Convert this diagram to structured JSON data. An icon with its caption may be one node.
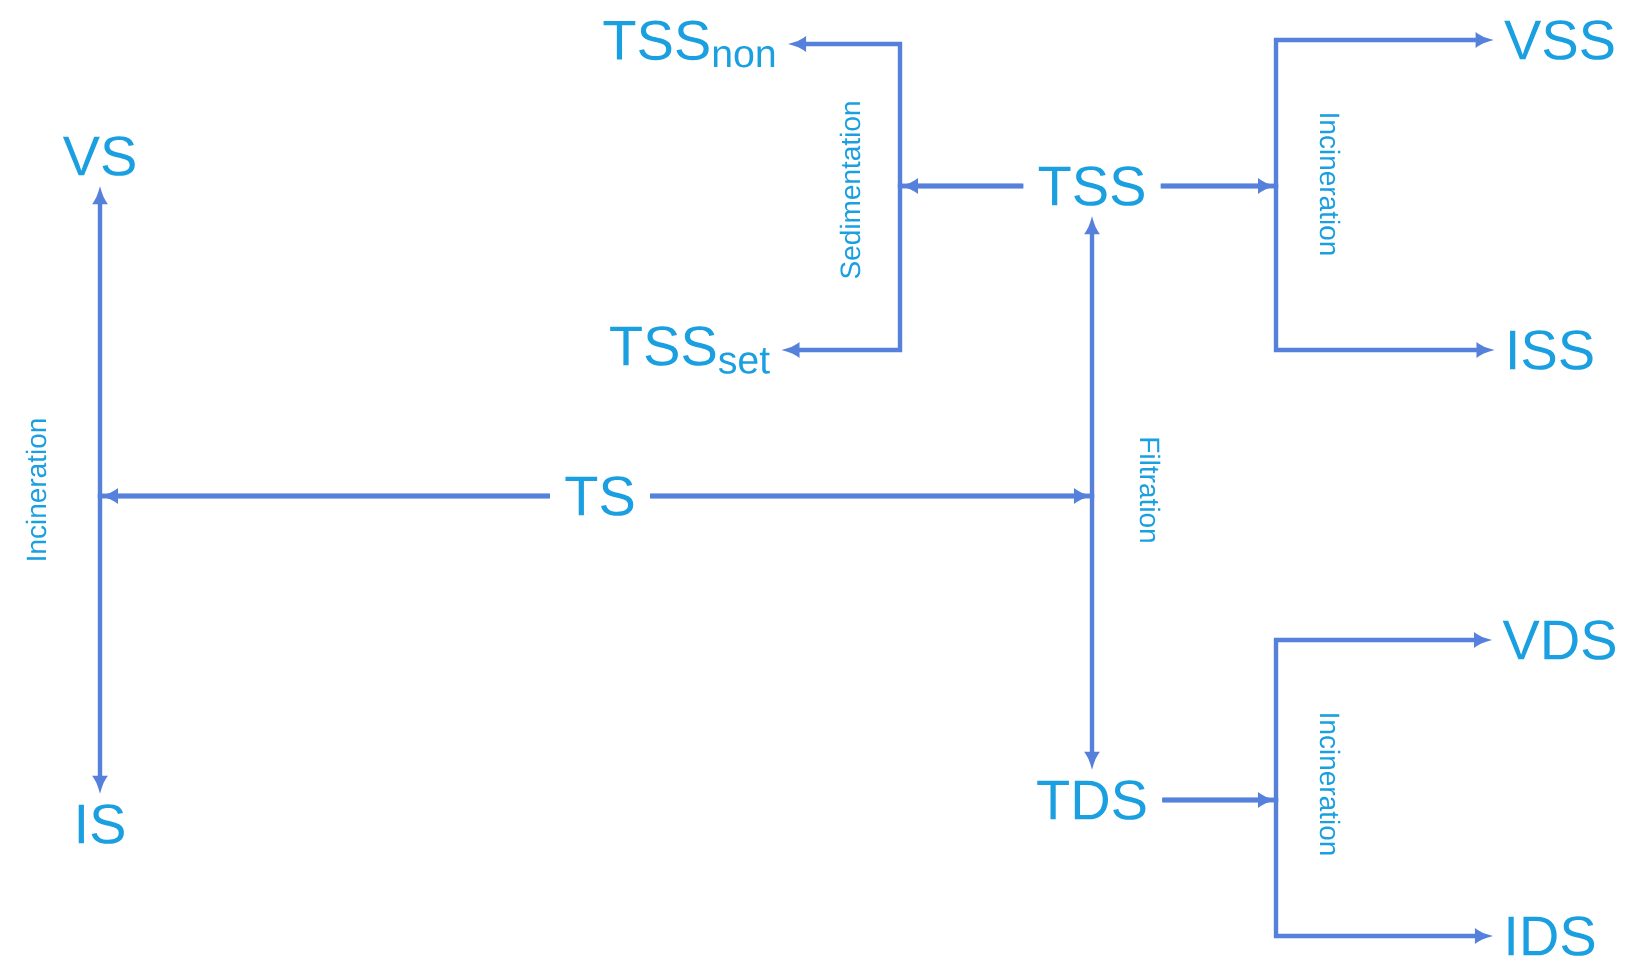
{
  "diagram": {
    "nodes": [
      {
        "text": [
          "TS"
        ]
      },
      {
        "text": [
          "VS"
        ]
      },
      {
        "text": [
          "IS"
        ]
      },
      {
        "text": [
          "TSS"
        ]
      },
      {
        "text": [
          "TDS"
        ]
      },
      {
        "text": [
          "TSS$_{non}$"
        ]
      },
      {
        "text": [
          "TSS$_{set}$"
        ]
      },
      {
        "text": [
          "VSS"
        ]
      },
      {
        "text": [
          "ISS"
        ]
      },
      {
        "text": [
          "VDS"
        ]
      },
      {
        "text": [
          "IDS"
        ]
      }
    ],
    "edges": [
      {
        "from": 0,
        "to": 1,
        "arrow": "to"
      },
      {
        "from": 0,
        "to": 2,
        "arrow": "to"
      },
      {
        "from": 0,
        "to": 3,
        "arrow": "to"
      },
      {
        "from": 0,
        "to": 4,
        "arrow": "to"
      },
      {
        "from": 3,
        "to": 5,
        "arrow": "to"
      },
      {
        "from": 3,
        "to": 6,
        "arrow": "to"
      },
      {
        "from": 3,
        "to": 7,
        "arrow": "to"
      },
      {
        "from": 3,
        "to": 8,
        "arrow": "to"
      },
      {
        "from": 4,
        "to": 9,
        "arrow": "to"
      },
      {
        "from": 4,
        "to": 10,
        "arrow": "to"
      }
    ],
    "labels": [
      "Sedimentation",
      "Incineration",
      "Incineration",
      "Filtration",
      "Incineration"
    ]
  }
}
